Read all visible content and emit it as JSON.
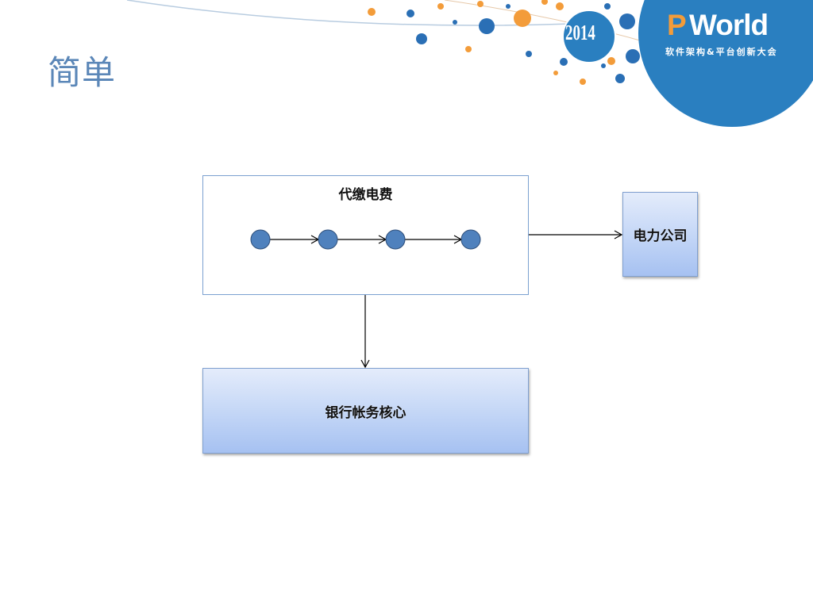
{
  "slide": {
    "title": "简单"
  },
  "logo": {
    "brand_p": "P",
    "brand_rest": "World",
    "subtitle": "软件架构&平台创新大会",
    "year": "2014"
  },
  "diagram": {
    "process_box_label": "代缴电费",
    "power_company_label": "电力公司",
    "bank_core_label": "银行帐务核心",
    "process_step_count": 4
  },
  "colors": {
    "title": "#5b87b8",
    "node_fill": "#4f81bd",
    "box_gradient_top": "#e4ecfb",
    "box_gradient_bottom": "#a6c1f1",
    "logo_circle": "#2a7fc0",
    "accent_orange": "#f39c3a"
  }
}
